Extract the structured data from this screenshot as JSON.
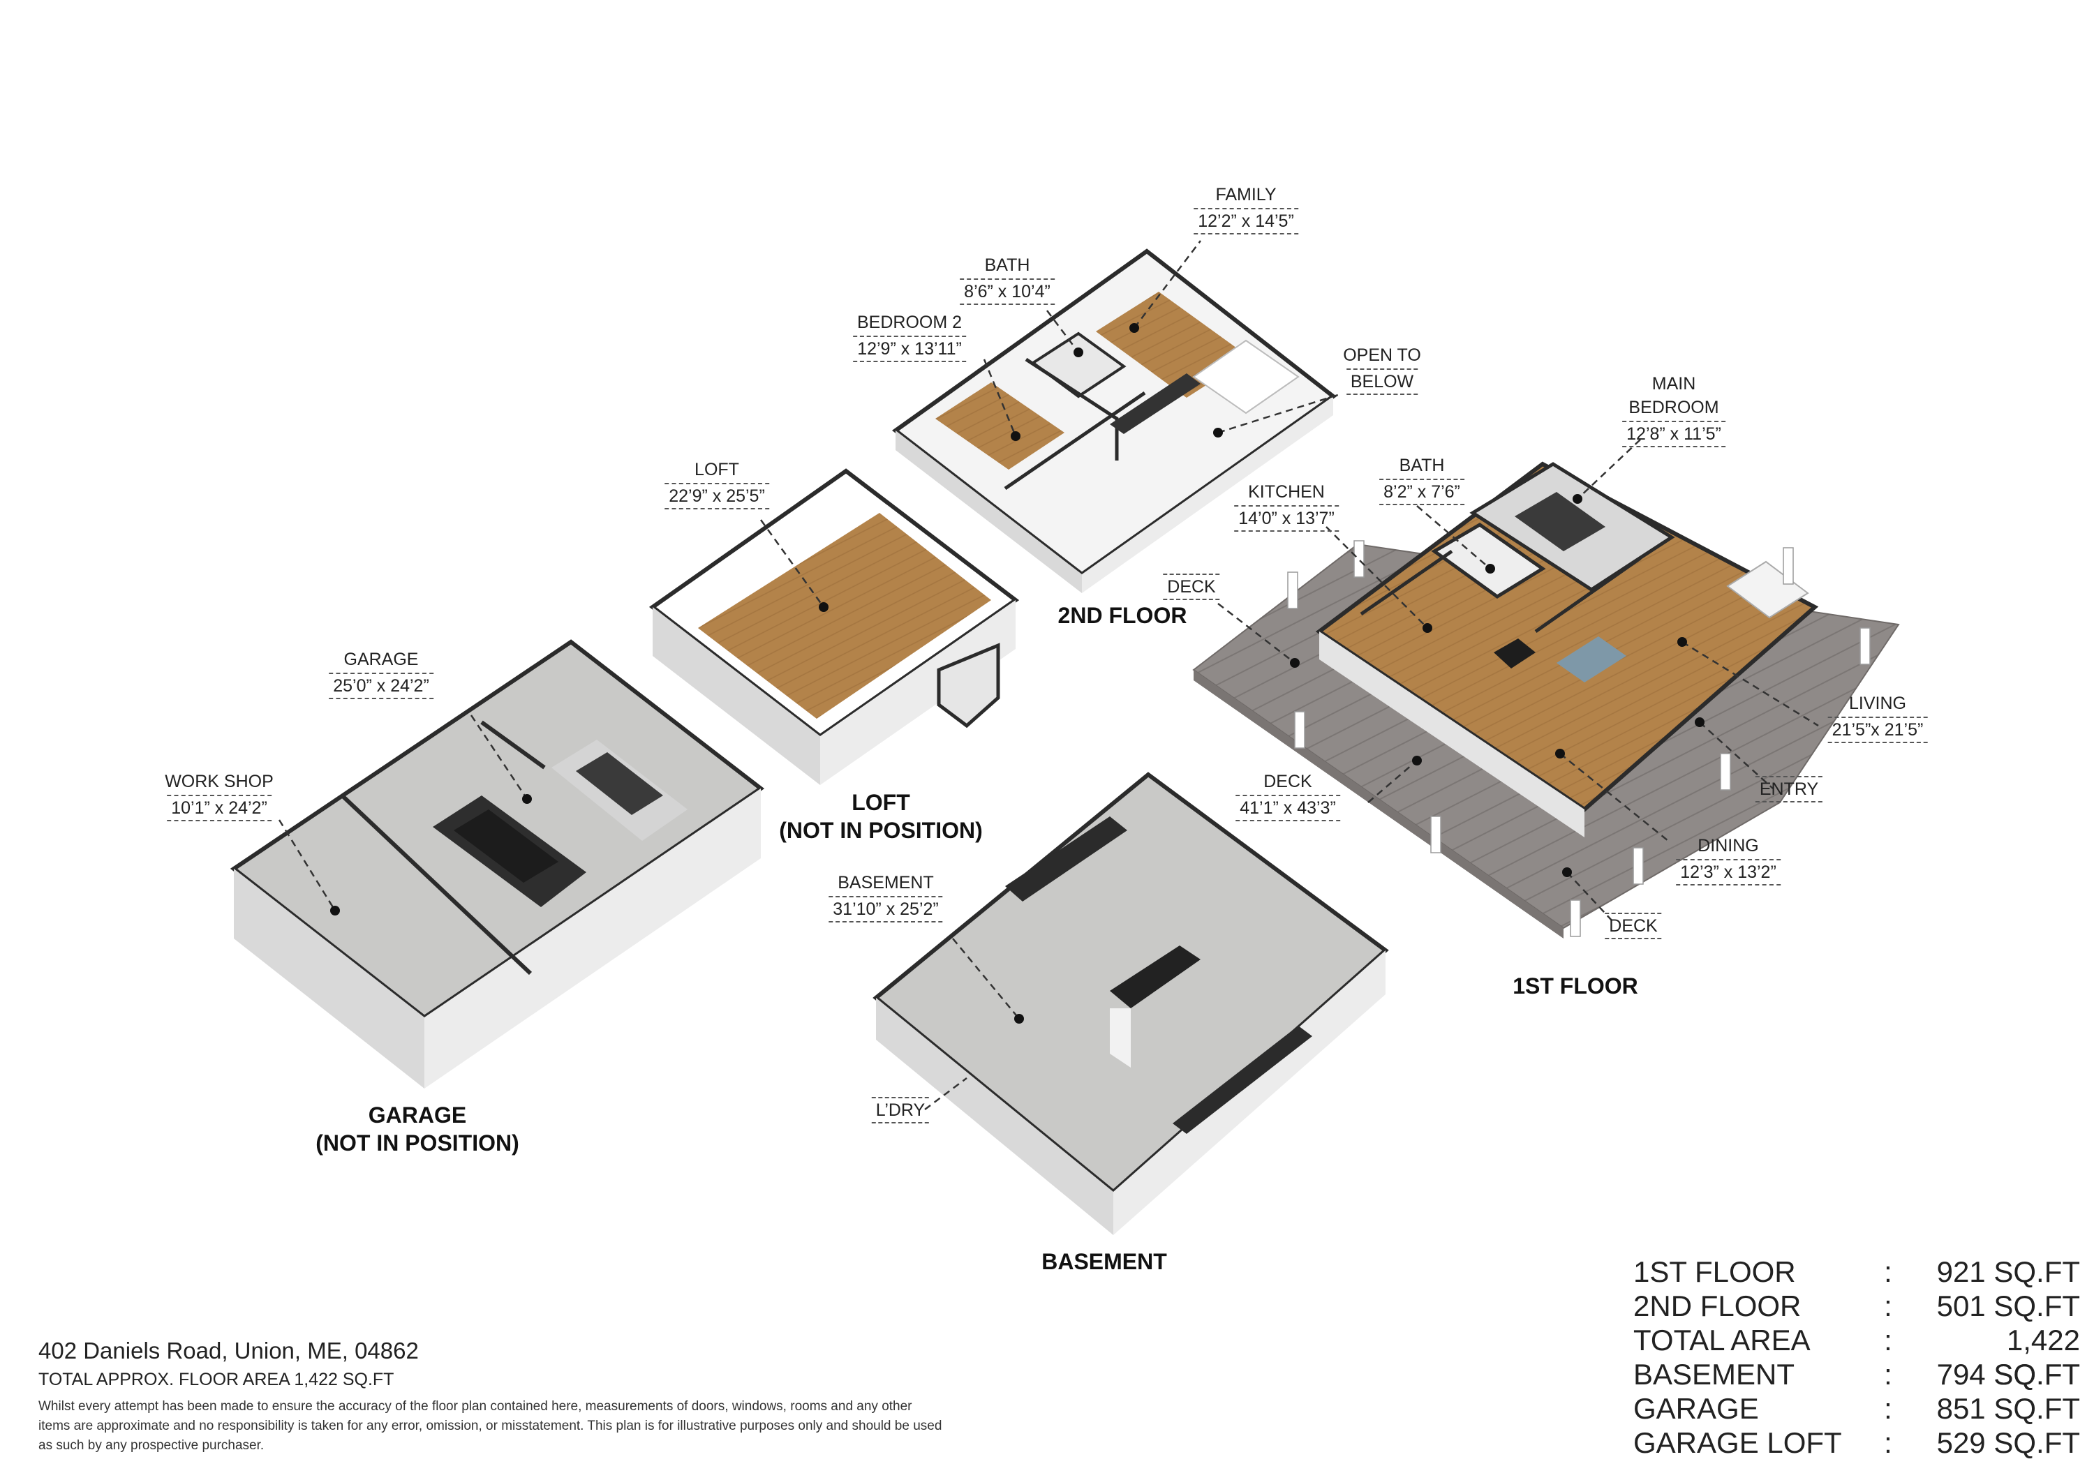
{
  "rooms": {
    "family": {
      "name": "FAMILY",
      "dim": "12’2” x 14’5”"
    },
    "bath2": {
      "name": "BATH",
      "dim": "8’6” x 10’4”"
    },
    "bedroom2": {
      "name": "BEDROOM 2",
      "dim": "12’9” x 13’11”"
    },
    "open_below": {
      "name": "OPEN TO",
      "name2": "BELOW"
    },
    "loft": {
      "name": "LOFT",
      "dim": "22’9” x 25’5”"
    },
    "main_bedroom": {
      "name": "MAIN",
      "name2": "BEDROOM",
      "dim": "12’8” x 11’5”"
    },
    "bath1": {
      "name": "BATH",
      "dim": "8’2” x 7’6”"
    },
    "kitchen": {
      "name": "KITCHEN",
      "dim": "14’0” x 13’7”"
    },
    "deck_a": {
      "name": "DECK"
    },
    "deck_b": {
      "name": "DECK",
      "dim": "41’1” x 43’3”"
    },
    "deck_c": {
      "name": "DECK"
    },
    "living": {
      "name": "LIVING",
      "dim": "21’5”x 21’5”"
    },
    "entry": {
      "name": "ENTRY"
    },
    "dining": {
      "name": "DINING",
      "dim": "12’3” x 13’2”"
    },
    "garage": {
      "name": "GARAGE",
      "dim": "25’0” x 24’2”"
    },
    "workshop": {
      "name": "WORK SHOP",
      "dim": "10’1” x 24’2”"
    },
    "basement": {
      "name": "BASEMENT",
      "dim": "31’10” x 25’2”"
    },
    "laundry": {
      "name": "L’DRY"
    }
  },
  "floors": {
    "second": "2ND FLOOR",
    "loft_1": "LOFT",
    "loft_2": "(NOT IN POSITION)",
    "first": "1ST FLOOR",
    "garage_1": "GARAGE",
    "garage_2": "(NOT IN POSITION)",
    "basement": "BASEMENT"
  },
  "footer": {
    "address": "402 Daniels Road, Union, ME, 04862",
    "total": "TOTAL APPROX. FLOOR AREA 1,422 SQ.FT",
    "disclaimer": "Whilst every attempt has been made to ensure the accuracy of the floor plan contained here, measurements of doors, windows, rooms and any other items are approximate and no responsibility is taken for any error, omission, or misstatement. This plan is for illustrative purposes only and should be used as such by any prospective purchaser."
  },
  "areas": [
    {
      "label": "1ST FLOOR",
      "sep": ":",
      "value": "921 SQ.FT"
    },
    {
      "label": "2ND FLOOR",
      "sep": ":",
      "value": "501 SQ.FT"
    },
    {
      "label": "TOTAL AREA",
      "sep": ":",
      "value": "1,422 SQ.FT"
    },
    {
      "label": "BASEMENT",
      "sep": ":",
      "value": "794 SQ.FT"
    },
    {
      "label": "GARAGE",
      "sep": ":",
      "value": "851 SQ.FT"
    },
    {
      "label": "GARAGE LOFT",
      "sep": ":",
      "value": "529 SQ.FT"
    }
  ],
  "colors": {
    "wood_floor": "#b3834a",
    "concrete": "#c8c8c6",
    "deck": "#8f8a88",
    "wall": "#ffffff",
    "wall_shade": "#d9d9d9",
    "wall_top": "#2b2b2b"
  }
}
